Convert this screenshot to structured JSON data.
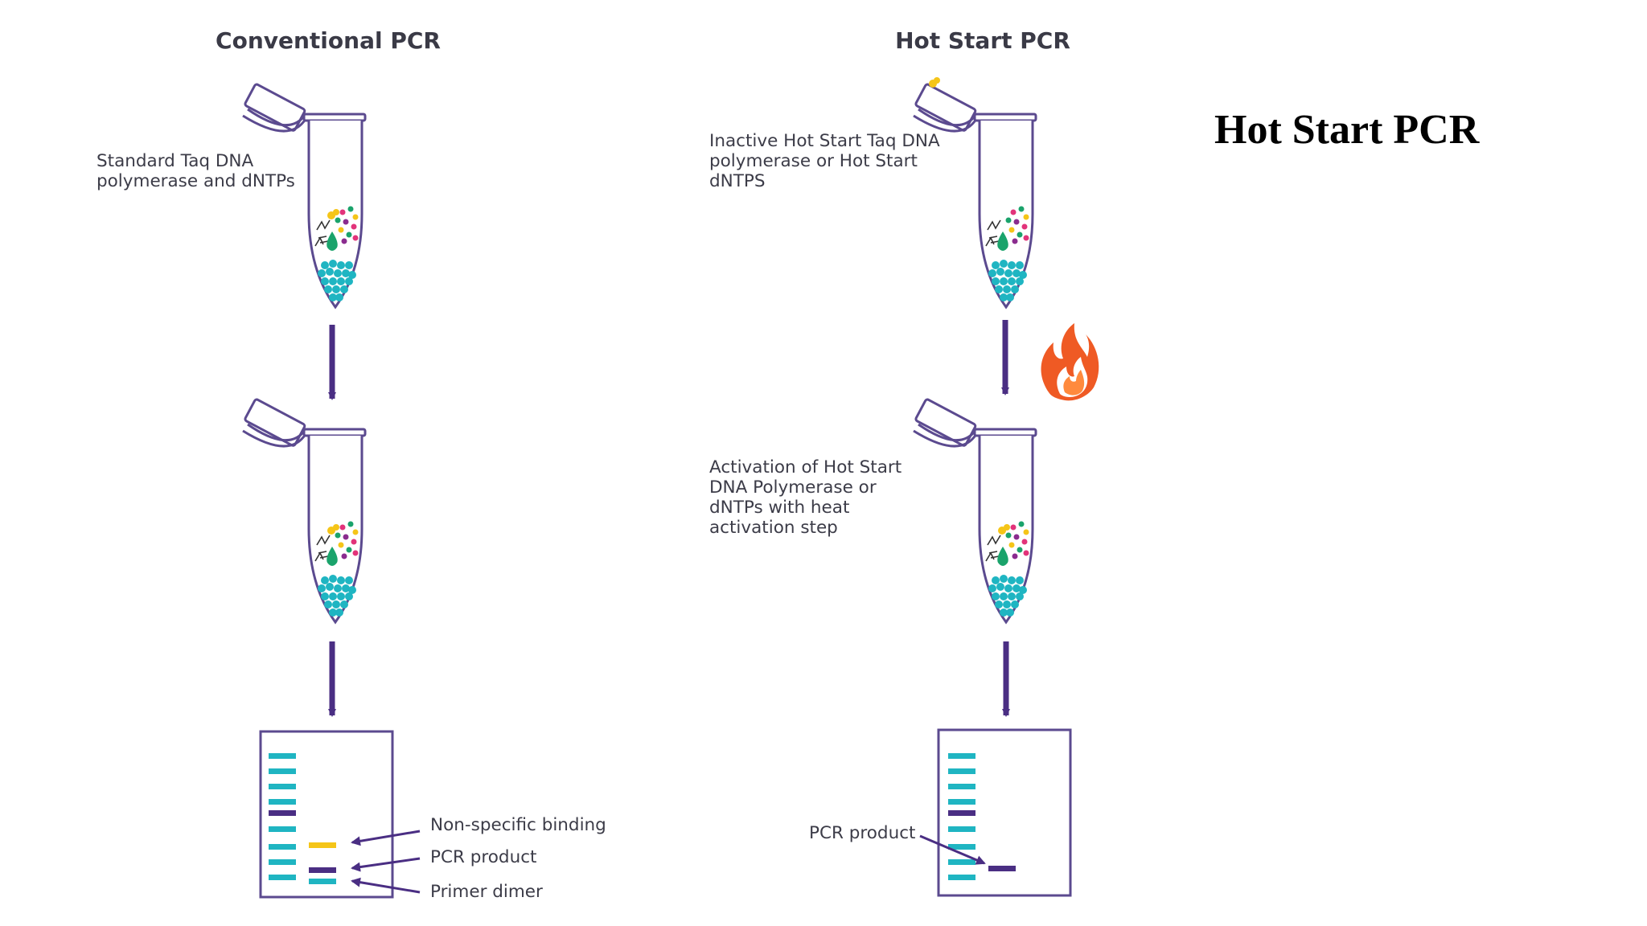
{
  "slide_title": "Hot Start PCR",
  "colors": {
    "outline": "#5b4a8f",
    "arrow": "#4a2e83",
    "ladder": "#1fb5c2",
    "dark_band": "#4a2e83",
    "nonspecific_band": "#f5c518",
    "flame_outer": "#ef5a24",
    "flame_inner": "#ff8a3d"
  },
  "conventional": {
    "heading": "Conventional PCR",
    "tube1_label": [
      "Standard Taq DNA",
      "polymerase and dNTPs"
    ],
    "gel_labels": {
      "nonspecific": "Non-specific binding",
      "product": "PCR product",
      "primer_dimer": "Primer dimer"
    }
  },
  "hotstart": {
    "heading": "Hot Start PCR",
    "tube1_label": [
      "Inactive Hot Start Taq DNA",
      "polymerase or Hot Start",
      "dNTPS"
    ],
    "tube2_label": [
      "Activation of Hot Start",
      "DNA Polymerase or",
      "dNTPs with heat",
      "activation step"
    ],
    "gel_labels": {
      "product": "PCR product"
    },
    "heat_icon": "flame-icon"
  }
}
